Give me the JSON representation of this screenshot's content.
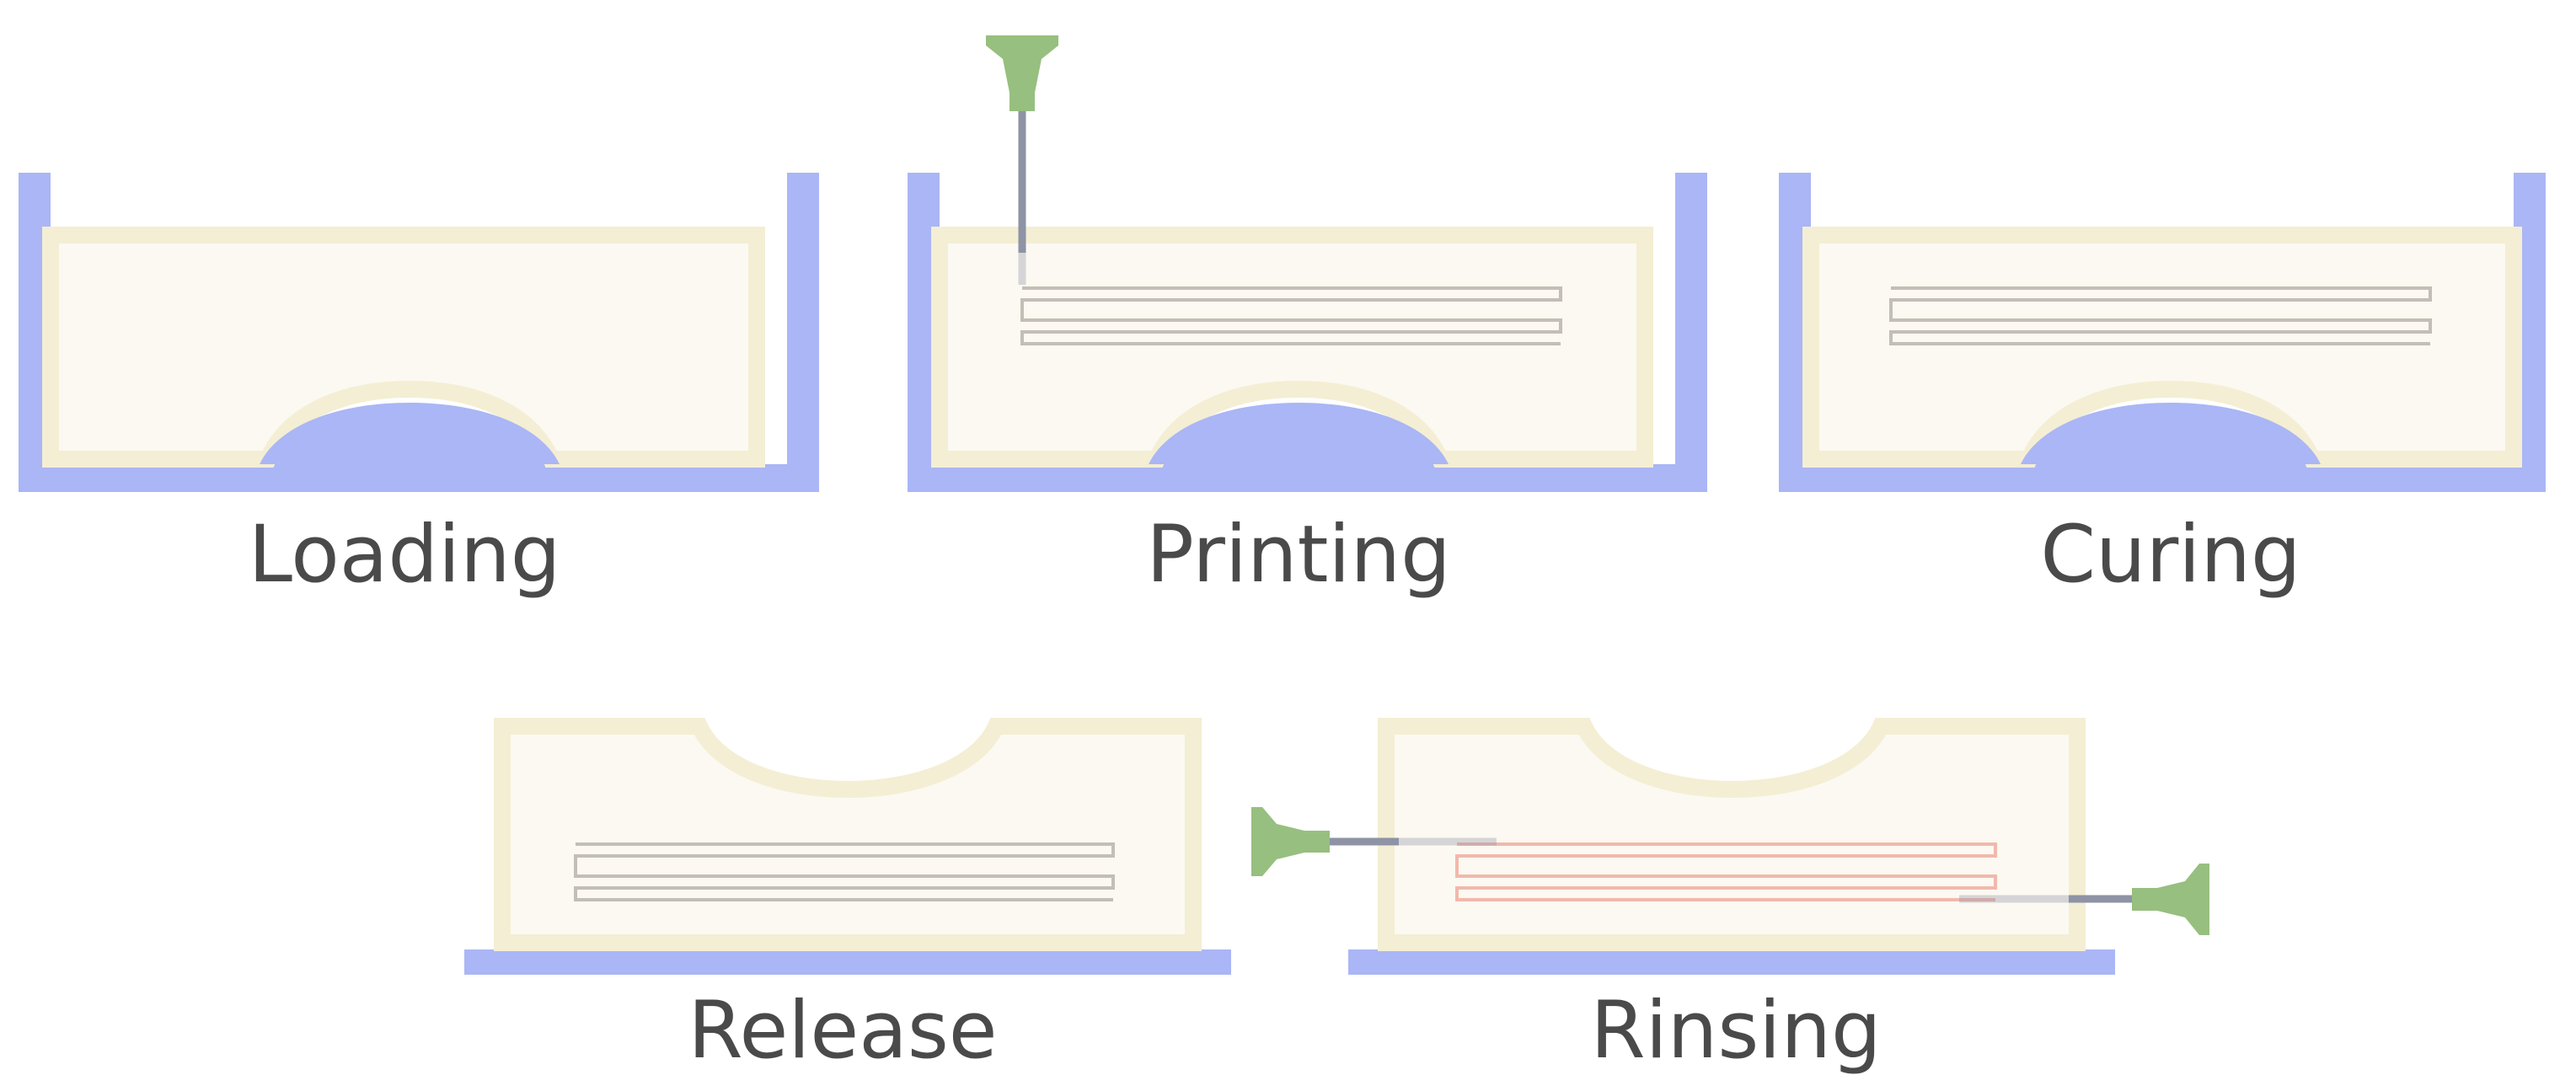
{
  "steps": [
    {
      "id": "loading",
      "label": "Loading"
    },
    {
      "id": "printing",
      "label": "Printing"
    },
    {
      "id": "curing",
      "label": "Curing"
    },
    {
      "id": "release",
      "label": "Release"
    },
    {
      "id": "rinsing",
      "label": "Rinsing"
    }
  ],
  "colors": {
    "container": "#aab6f5",
    "gel_border": "#f4eed4",
    "gel_fill": "#fbf9f1",
    "channel": "#c3beb6",
    "channel_rinsing": "#f2b8ad",
    "needle_tip": "#97bf7f",
    "needle_shaft": "#8e93a5",
    "label": "#4a4a4a"
  },
  "icons": {
    "needle": "dispensing-needle-icon"
  }
}
